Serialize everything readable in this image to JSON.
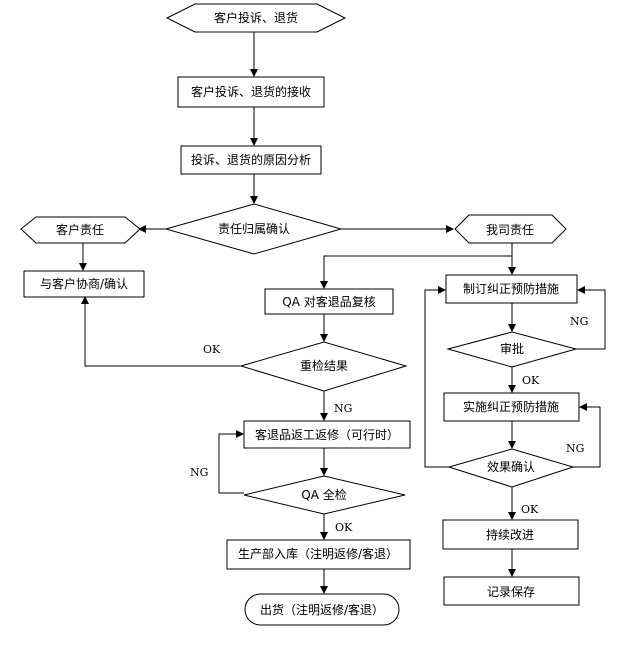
{
  "nodes": {
    "start": "客户投诉、退货",
    "receive": "客户投诉、退货的接收",
    "analysis": "投诉、退货的原因分析",
    "responsibility": "责任归属确认",
    "customer_resp": "客户责任",
    "our_resp": "我司责任",
    "negotiate": "与客户协商/确认",
    "qa_review": "QA 对客退品复核",
    "recheck": "重检结果",
    "rework": "客退品返工返修（可行时）",
    "qa_full": "QA 全检",
    "warehouse": "生产部入库（注明返修/客退）",
    "ship": "出货（注明返修/客退）",
    "plan": "制订纠正预防措施",
    "approve": "审批",
    "implement": "实施纠正预防措施",
    "effect": "效果确认",
    "improve": "持续改进",
    "record": "记录保存"
  },
  "edge_labels": {
    "recheck_ok": "OK",
    "recheck_ng": "NG",
    "qa_full_ng": "NG",
    "qa_full_ok": "OK",
    "approve_ng": "NG",
    "approve_ok": "OK",
    "effect_ng": "NG",
    "effect_ok": "OK"
  }
}
